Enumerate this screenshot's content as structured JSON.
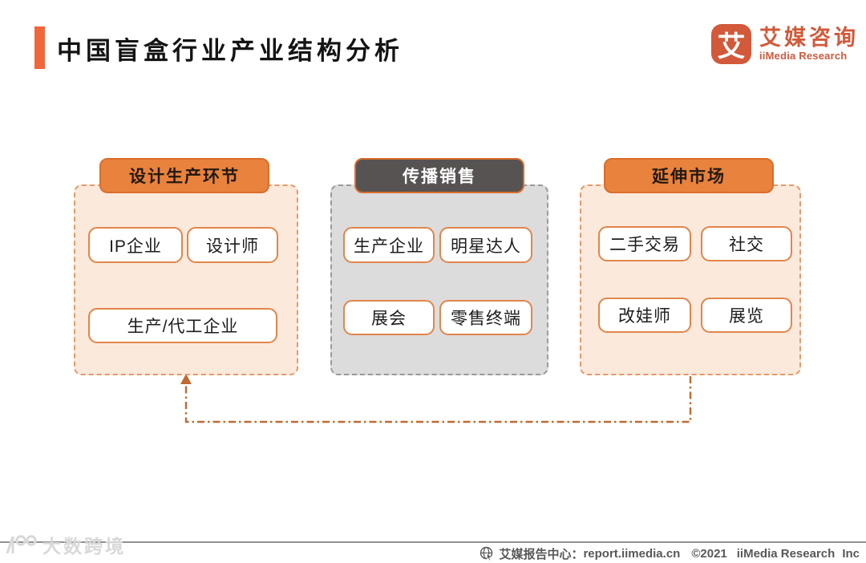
{
  "header": {
    "title": "中国盲盒行业产业结构分析"
  },
  "logo": {
    "icon_char": "艾",
    "brand_cn": "艾媒咨询",
    "brand_en": "iiMedia Research"
  },
  "diagram": {
    "panels": [
      {
        "header": "设计生产环节",
        "theme": "orange-peach",
        "items": [
          "IP企业",
          "设计师",
          "生产/代工企业"
        ]
      },
      {
        "header": "传播销售",
        "theme": "dark-gray",
        "items": [
          "生产企业",
          "明星达人",
          "展会",
          "零售终端"
        ]
      },
      {
        "header": "延伸市场",
        "theme": "orange-peach",
        "items": [
          "二手交易",
          "社交",
          "改娃师",
          "展览"
        ]
      }
    ]
  },
  "watermark": {
    "text": "大数跨境"
  },
  "footer": {
    "report_center_label": "艾媒报告中心：",
    "report_url": "report.iimedia.cn",
    "copyright": "©2021",
    "company": "iiMedia Research",
    "company_suffix": "Inc"
  },
  "colors": {
    "title_bar_orange": "#F2663B",
    "badge_orange": "#E8823C",
    "badge_border": "#D96E2B",
    "badge_dark": "#575352",
    "panel_peach": "#FBE9DC",
    "panel_peach_border": "#E49A6C",
    "panel_gray": "#DCDCDC",
    "panel_gray_border": "#9A9A9A",
    "node_border": "#E2854A",
    "connector": "#BE6A32",
    "brand_orange": "#D2593A",
    "footer_text": "#585858",
    "watermark_gray": "#D8D8D8"
  }
}
